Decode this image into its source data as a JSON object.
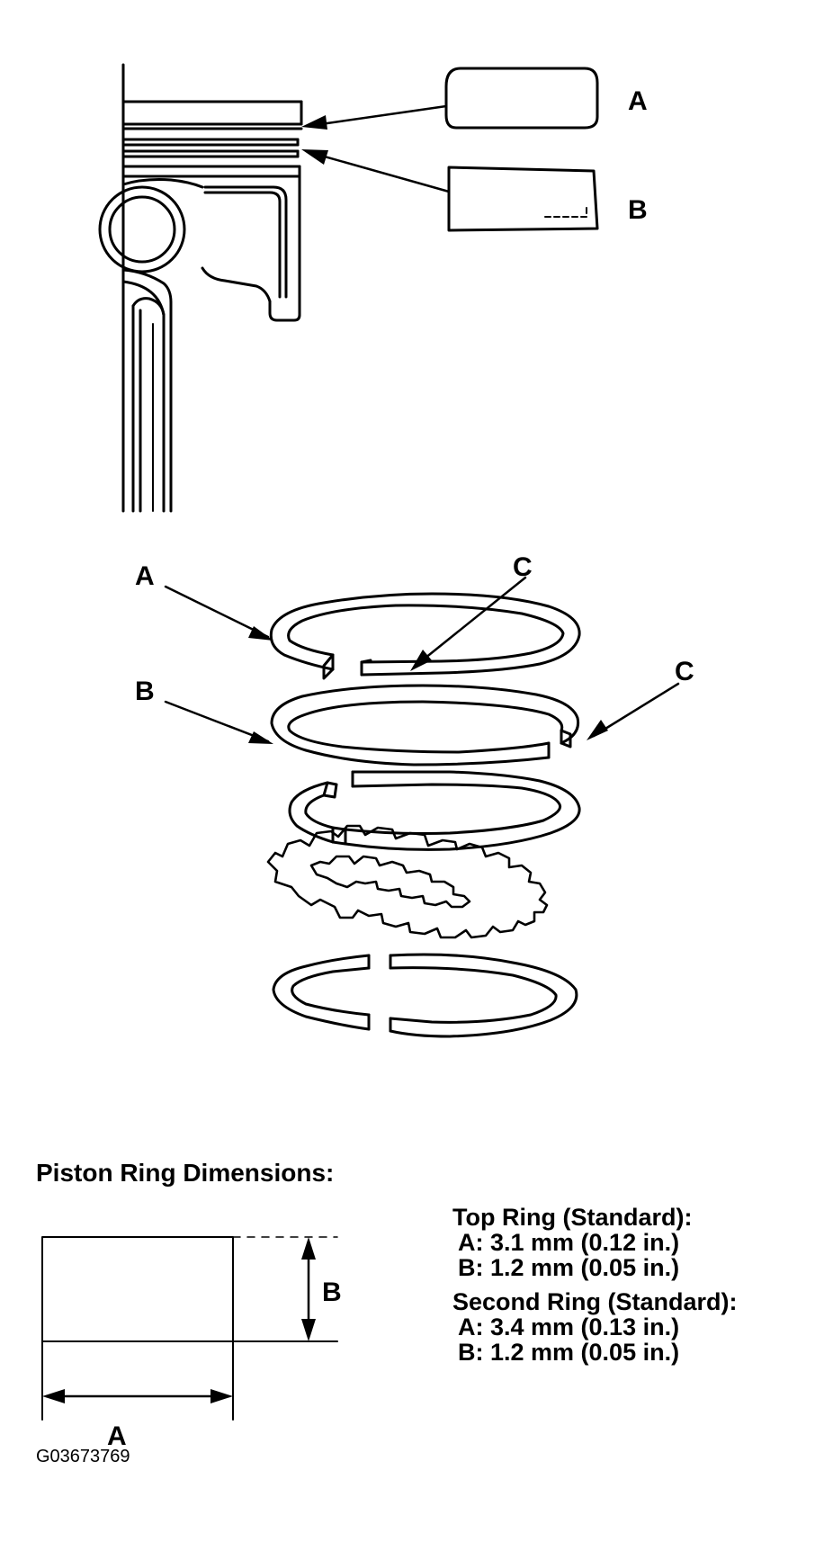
{
  "callouts": {
    "a": "A",
    "b": "B",
    "c": "C"
  },
  "dimensions": {
    "heading": "Piston Ring Dimensions:",
    "width_label": "A",
    "height_label": "B"
  },
  "specs": {
    "top_ring": {
      "title": "Top Ring (Standard):",
      "a": "A: 3.1 mm (0.12 in.)",
      "b": "B: 1.2 mm (0.05 in.)"
    },
    "second_ring": {
      "title": "Second Ring (Standard):",
      "a": "A: 3.4 mm (0.13 in.)",
      "b": "B: 1.2 mm (0.05 in.)"
    }
  },
  "figure_code": "G03673769",
  "colors": {
    "ink": "#000000",
    "paper": "#ffffff"
  }
}
